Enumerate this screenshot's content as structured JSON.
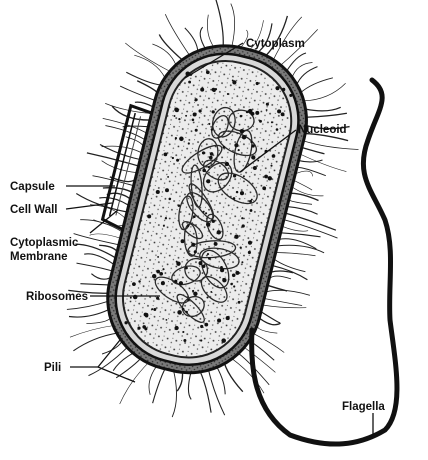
{
  "diagram": {
    "labels": {
      "cytoplasm": "Cytoplasm",
      "nucleoid": "Nucleoid",
      "capsule": "Capsule",
      "cell_wall": "Cell Wall",
      "cytoplasmic_membrane_line1": "Cytoplasmic",
      "cytoplasmic_membrane_line2": "Membrane",
      "ribosomes": "Ribosomes",
      "pili": "Pili",
      "flagella": "Flagella"
    },
    "colors": {
      "ink": "#111111",
      "cell_shading": "#6e6e6e",
      "interior": "#e9e9e9",
      "background": "#ffffff"
    }
  }
}
